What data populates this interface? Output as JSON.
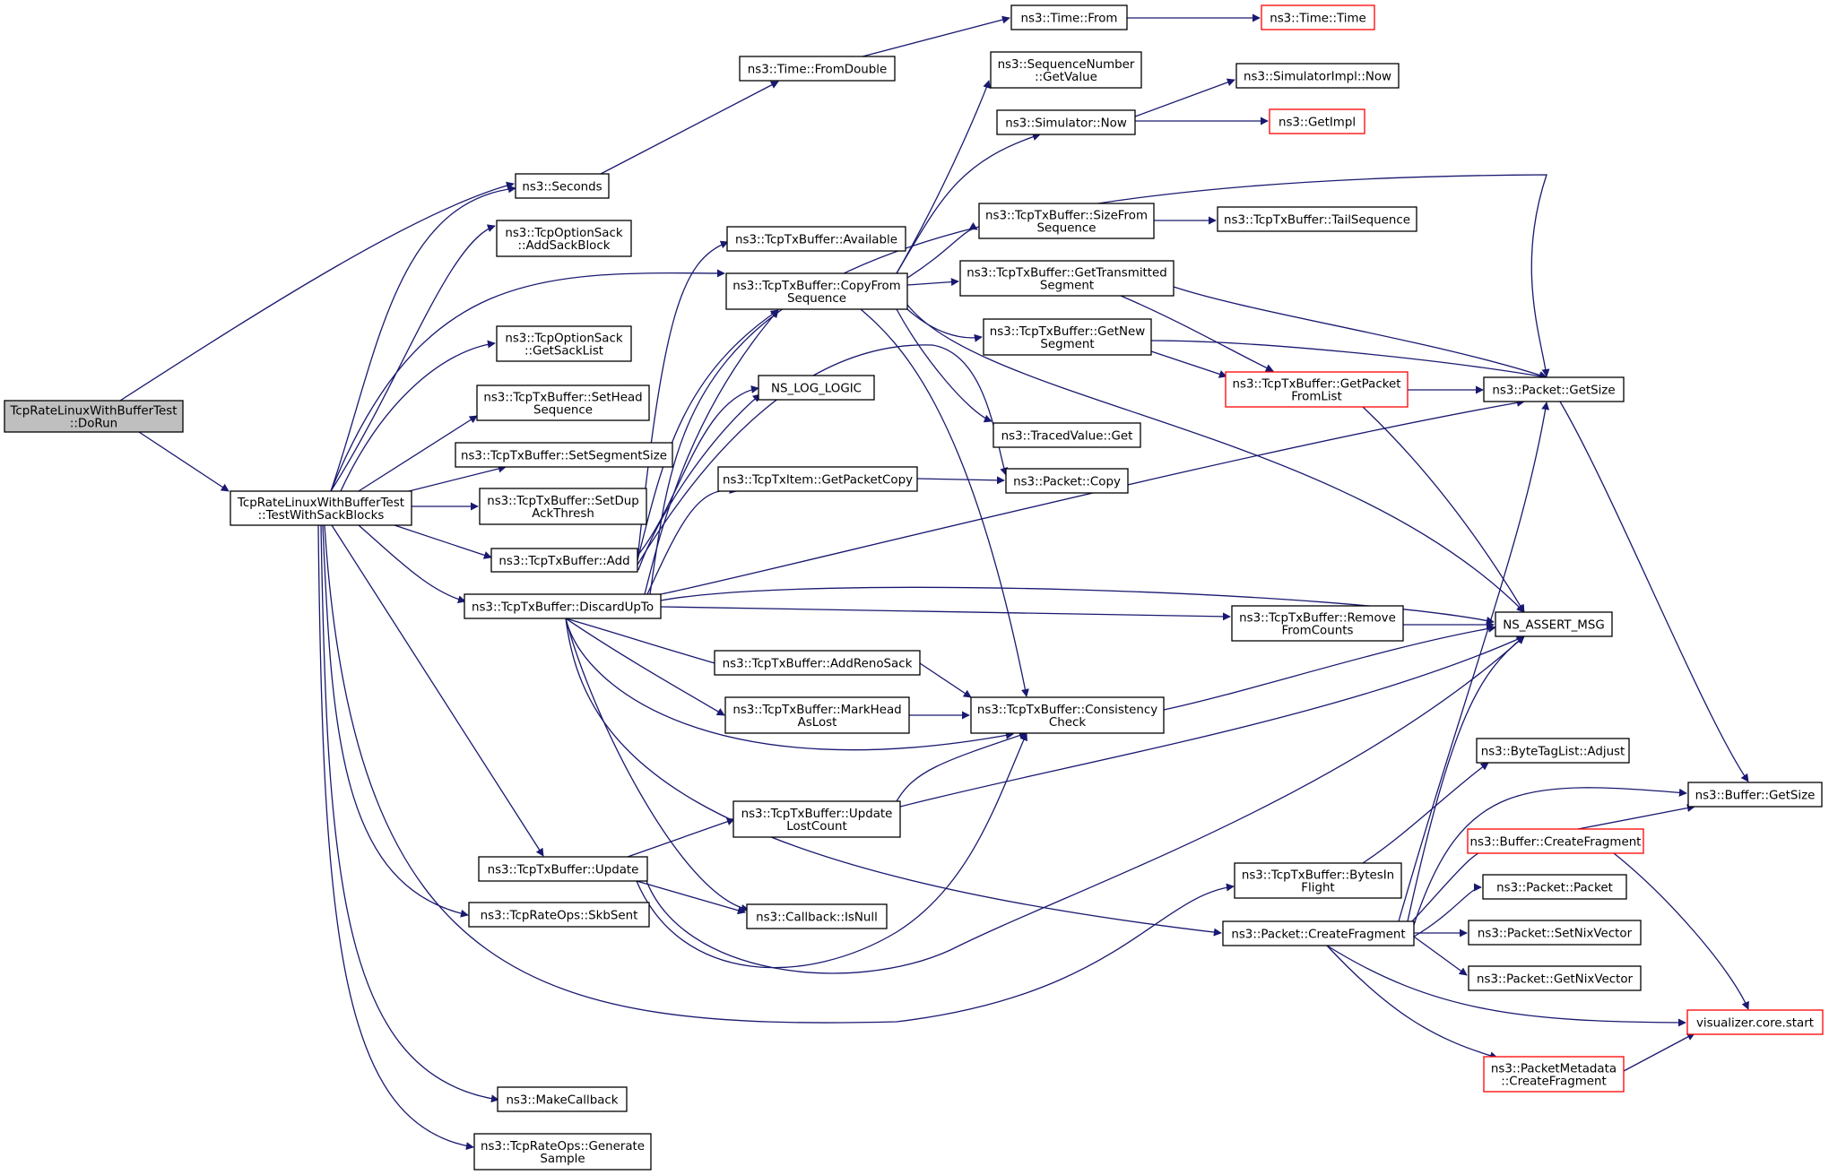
{
  "colors": {
    "edge": "#191970",
    "node_border": "#000000",
    "truncated_border": "#ff0000",
    "root_fill": "#bfbfbf"
  },
  "nodes": {
    "dorun": {
      "lines": [
        "TcpRateLinuxWithBufferTest",
        "::DoRun"
      ],
      "style": "root"
    },
    "testsack": {
      "lines": [
        "TcpRateLinuxWithBufferTest",
        "::TestWithSackBlocks"
      ],
      "style": "normal"
    },
    "seconds": {
      "lines": [
        "ns3::Seconds"
      ],
      "style": "normal"
    },
    "addsack": {
      "lines": [
        "ns3::TcpOptionSack",
        "::AddSackBlock"
      ],
      "style": "normal"
    },
    "getsacklist": {
      "lines": [
        "ns3::TcpOptionSack",
        "::GetSackList"
      ],
      "style": "normal"
    },
    "sethead": {
      "lines": [
        "ns3::TcpTxBuffer::SetHead",
        "Sequence"
      ],
      "style": "normal"
    },
    "setsegsize": {
      "lines": [
        "ns3::TcpTxBuffer::SetSegmentSize"
      ],
      "style": "normal"
    },
    "setdupack": {
      "lines": [
        "ns3::TcpTxBuffer::SetDup",
        "AckThresh"
      ],
      "style": "normal"
    },
    "add": {
      "lines": [
        "ns3::TcpTxBuffer::Add"
      ],
      "style": "normal"
    },
    "discard": {
      "lines": [
        "ns3::TcpTxBuffer::DiscardUpTo"
      ],
      "style": "normal"
    },
    "update": {
      "lines": [
        "ns3::TcpTxBuffer::Update"
      ],
      "style": "normal"
    },
    "skbsent": {
      "lines": [
        "ns3::TcpRateOps::SkbSent"
      ],
      "style": "normal"
    },
    "makecb": {
      "lines": [
        "ns3::MakeCallback"
      ],
      "style": "normal"
    },
    "gensample": {
      "lines": [
        "ns3::TcpRateOps::Generate",
        "Sample"
      ],
      "style": "normal"
    },
    "fromdouble": {
      "lines": [
        "ns3::Time::FromDouble"
      ],
      "style": "normal"
    },
    "timefrom": {
      "lines": [
        "ns3::Time::From"
      ],
      "style": "normal"
    },
    "timetime": {
      "lines": [
        "ns3::Time::Time"
      ],
      "style": "red"
    },
    "available": {
      "lines": [
        "ns3::TcpTxBuffer::Available"
      ],
      "style": "normal"
    },
    "copyfrom": {
      "lines": [
        "ns3::TcpTxBuffer::CopyFrom",
        "Sequence"
      ],
      "style": "normal"
    },
    "nslog": {
      "lines": [
        "NS_LOG_LOGIC"
      ],
      "style": "normal"
    },
    "getpktcopy": {
      "lines": [
        "ns3::TcpTxItem::GetPacketCopy"
      ],
      "style": "normal"
    },
    "addreno": {
      "lines": [
        "ns3::TcpTxBuffer::AddRenoSack"
      ],
      "style": "normal"
    },
    "markhead": {
      "lines": [
        "ns3::TcpTxBuffer::MarkHead",
        "AsLost"
      ],
      "style": "normal"
    },
    "updatelost": {
      "lines": [
        "ns3::TcpTxBuffer::Update",
        "LostCount"
      ],
      "style": "normal"
    },
    "isnull": {
      "lines": [
        "ns3::Callback::IsNull"
      ],
      "style": "normal"
    },
    "seqget": {
      "lines": [
        "ns3::SequenceNumber",
        "::GetValue"
      ],
      "style": "normal"
    },
    "simnow": {
      "lines": [
        "ns3::Simulator::Now"
      ],
      "style": "normal"
    },
    "sizefrom": {
      "lines": [
        "ns3::TcpTxBuffer::SizeFrom",
        "Sequence"
      ],
      "style": "normal"
    },
    "gettransmitted": {
      "lines": [
        "ns3::TcpTxBuffer::GetTransmitted",
        "Segment"
      ],
      "style": "normal"
    },
    "getnew": {
      "lines": [
        "ns3::TcpTxBuffer::GetNew",
        "Segment"
      ],
      "style": "normal"
    },
    "tracedget": {
      "lines": [
        "ns3::TracedValue::Get"
      ],
      "style": "normal"
    },
    "pktcopy": {
      "lines": [
        "ns3::Packet::Copy"
      ],
      "style": "normal"
    },
    "consistency": {
      "lines": [
        "ns3::TcpTxBuffer::Consistency",
        "Check"
      ],
      "style": "normal"
    },
    "simimplnow": {
      "lines": [
        "ns3::SimulatorImpl::Now"
      ],
      "style": "normal"
    },
    "getimpl": {
      "lines": [
        "ns3::GetImpl"
      ],
      "style": "red"
    },
    "tailseq": {
      "lines": [
        "ns3::TcpTxBuffer::TailSequence"
      ],
      "style": "normal"
    },
    "getpktfromlist": {
      "lines": [
        "ns3::TcpTxBuffer::GetPacket",
        "FromList"
      ],
      "style": "red"
    },
    "removefrom": {
      "lines": [
        "ns3::TcpTxBuffer::Remove",
        "FromCounts"
      ],
      "style": "normal"
    },
    "bytesin": {
      "lines": [
        "ns3::TcpTxBuffer::BytesIn",
        "Flight"
      ],
      "style": "normal"
    },
    "pktfrag": {
      "lines": [
        "ns3::Packet::CreateFragment"
      ],
      "style": "normal"
    },
    "pktgetsize": {
      "lines": [
        "ns3::Packet::GetSize"
      ],
      "style": "normal"
    },
    "assert": {
      "lines": [
        "NS_ASSERT_MSG"
      ],
      "style": "normal"
    },
    "bytetag": {
      "lines": [
        "ns3::ByteTagList::Adjust"
      ],
      "style": "normal"
    },
    "bufgetsize": {
      "lines": [
        "ns3::Buffer::GetSize"
      ],
      "style": "normal"
    },
    "buffrag": {
      "lines": [
        "ns3::Buffer::CreateFragment"
      ],
      "style": "red"
    },
    "pktpkt": {
      "lines": [
        "ns3::Packet::Packet"
      ],
      "style": "normal"
    },
    "setnix": {
      "lines": [
        "ns3::Packet::SetNixVector"
      ],
      "style": "normal"
    },
    "getnix": {
      "lines": [
        "ns3::Packet::GetNixVector"
      ],
      "style": "normal"
    },
    "viz": {
      "lines": [
        "visualizer.core.start"
      ],
      "style": "red"
    },
    "pmfrag": {
      "lines": [
        "ns3::PacketMetadata",
        "::CreateFragment"
      ],
      "style": "red"
    }
  }
}
